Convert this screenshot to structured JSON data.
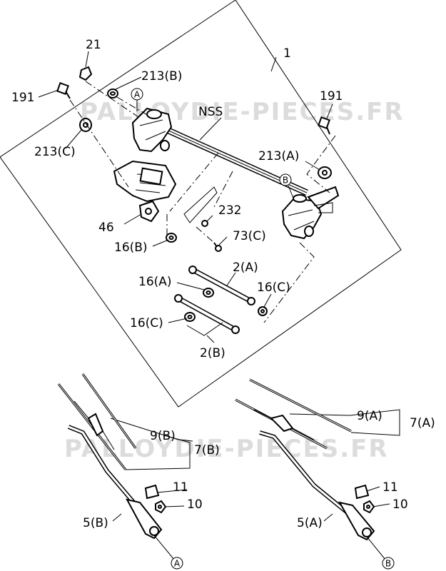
{
  "watermark": {
    "upper": "PALLOYDIE-PIECES.FR",
    "lower": "PALLOYDIE-PIECES.FR"
  },
  "labels": {
    "p1": "1",
    "p21": "21",
    "p213b": "213(B)",
    "p191_left": "191",
    "p213c": "213(C)",
    "p191_right": "191",
    "nss": "NSS",
    "p213a": "213(A)",
    "p232": "232",
    "p73c": "73(C)",
    "p46": "46",
    "p16b": "16(B)",
    "p2a": "2(A)",
    "p16a": "16(A)",
    "p16c_right": "16(C)",
    "p16c_left": "16(C)",
    "p2b": "2(B)",
    "p9b": "9(B)",
    "p7b": "7(B)",
    "p9a": "9(A)",
    "p7a": "7(A)",
    "p11_left": "11",
    "p10_left": "10",
    "p5b": "5(B)",
    "p11_right": "11",
    "p10_right": "10",
    "p5a": "5(A)"
  },
  "refs": {
    "a_top": "A",
    "b_top": "B",
    "a_bottom": "A",
    "b_bottom": "B"
  }
}
